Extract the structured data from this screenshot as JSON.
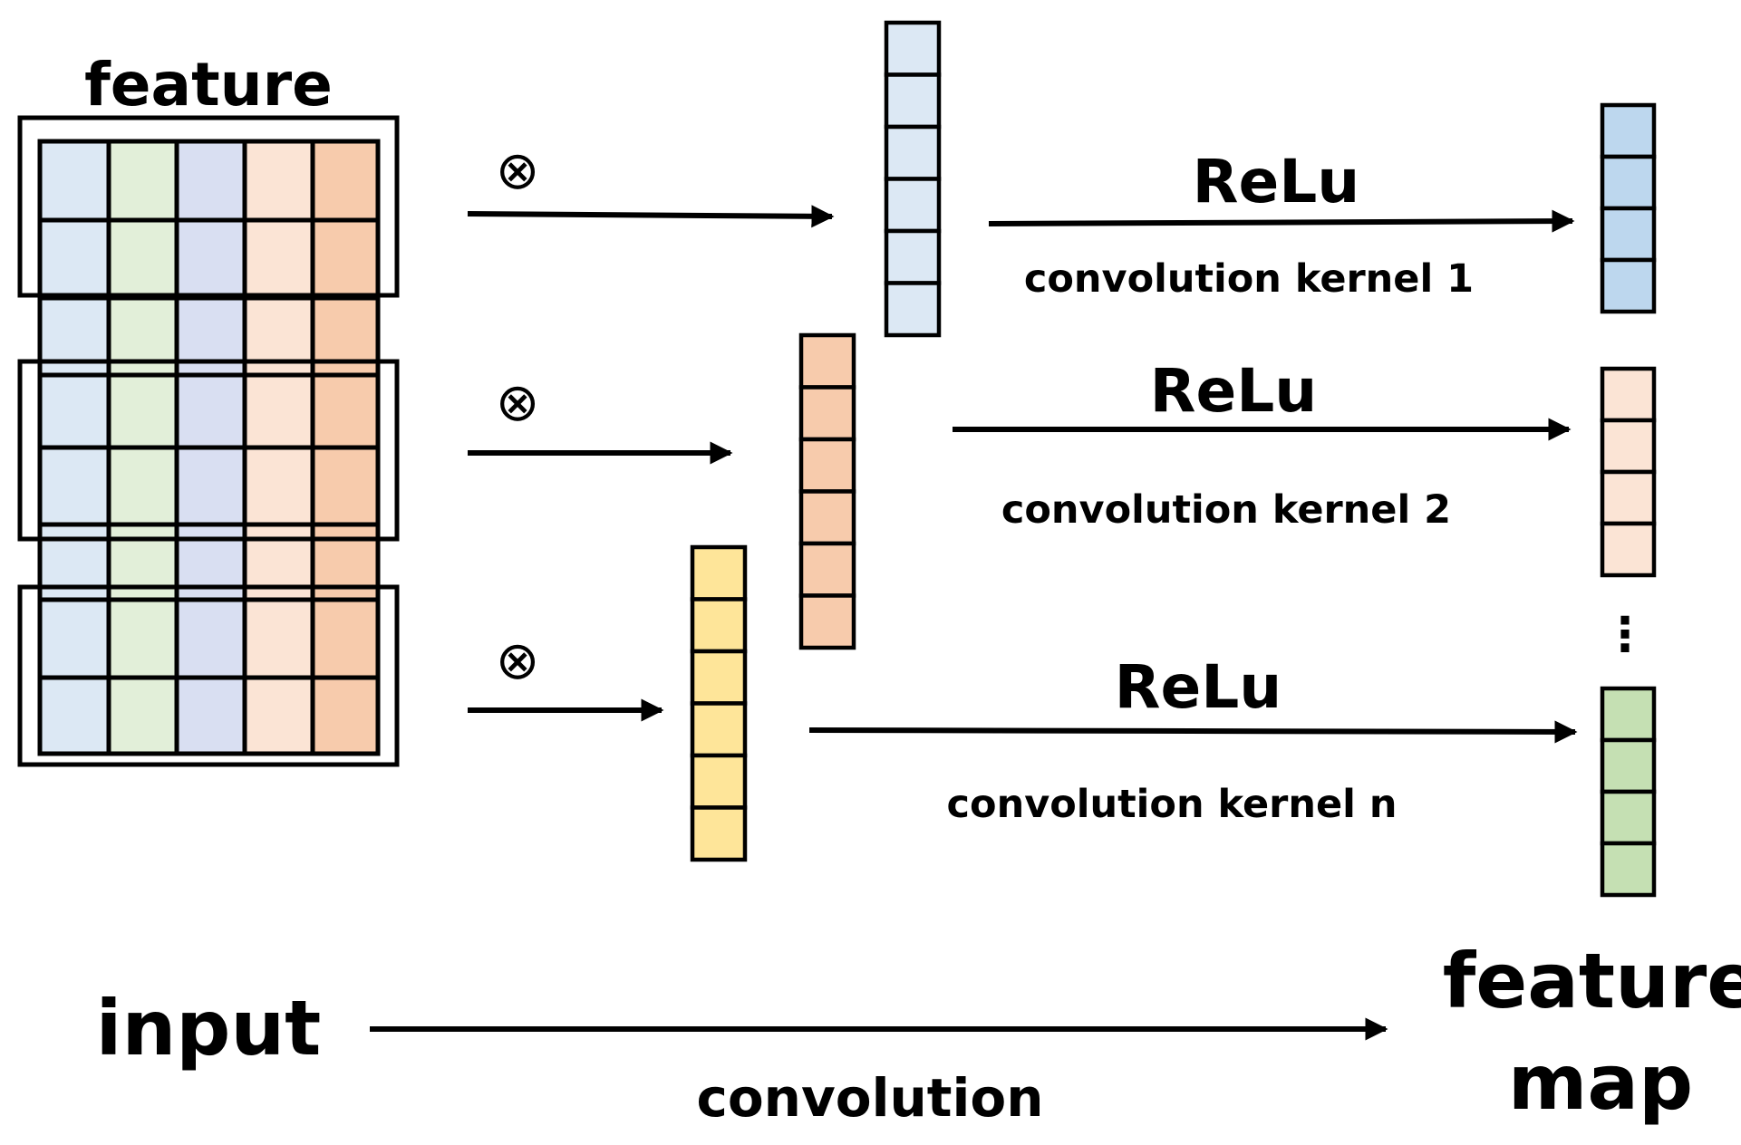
{
  "diagram": {
    "input_title": "feature",
    "input_label": "input",
    "output_label_line1": "feature",
    "output_label_line2": "map",
    "bottom_arrow_label": "convolution",
    "operator_symbol": "⊗",
    "ellipsis": "⋮",
    "rows": [
      {
        "activation": "ReLu",
        "kernel_label": "convolution kernel 1"
      },
      {
        "activation": "ReLu",
        "kernel_label": "convolution kernel 2"
      },
      {
        "activation": "ReLu",
        "kernel_label": "convolution kernel n"
      }
    ]
  },
  "colors": {
    "column_blue": "#dce8f4",
    "column_green": "#e2efd9",
    "column_lavender": "#d9dff2",
    "column_peach": "#fbe4d5",
    "column_orange": "#f7cbac",
    "kernel_1": "#dce8f4",
    "kernel_2": "#f7cbac",
    "kernel_n": "#fee599",
    "output_1": "#bdd7ee",
    "output_2": "#fbe4d5",
    "output_n": "#c5e0b3",
    "stroke": "#000000"
  }
}
